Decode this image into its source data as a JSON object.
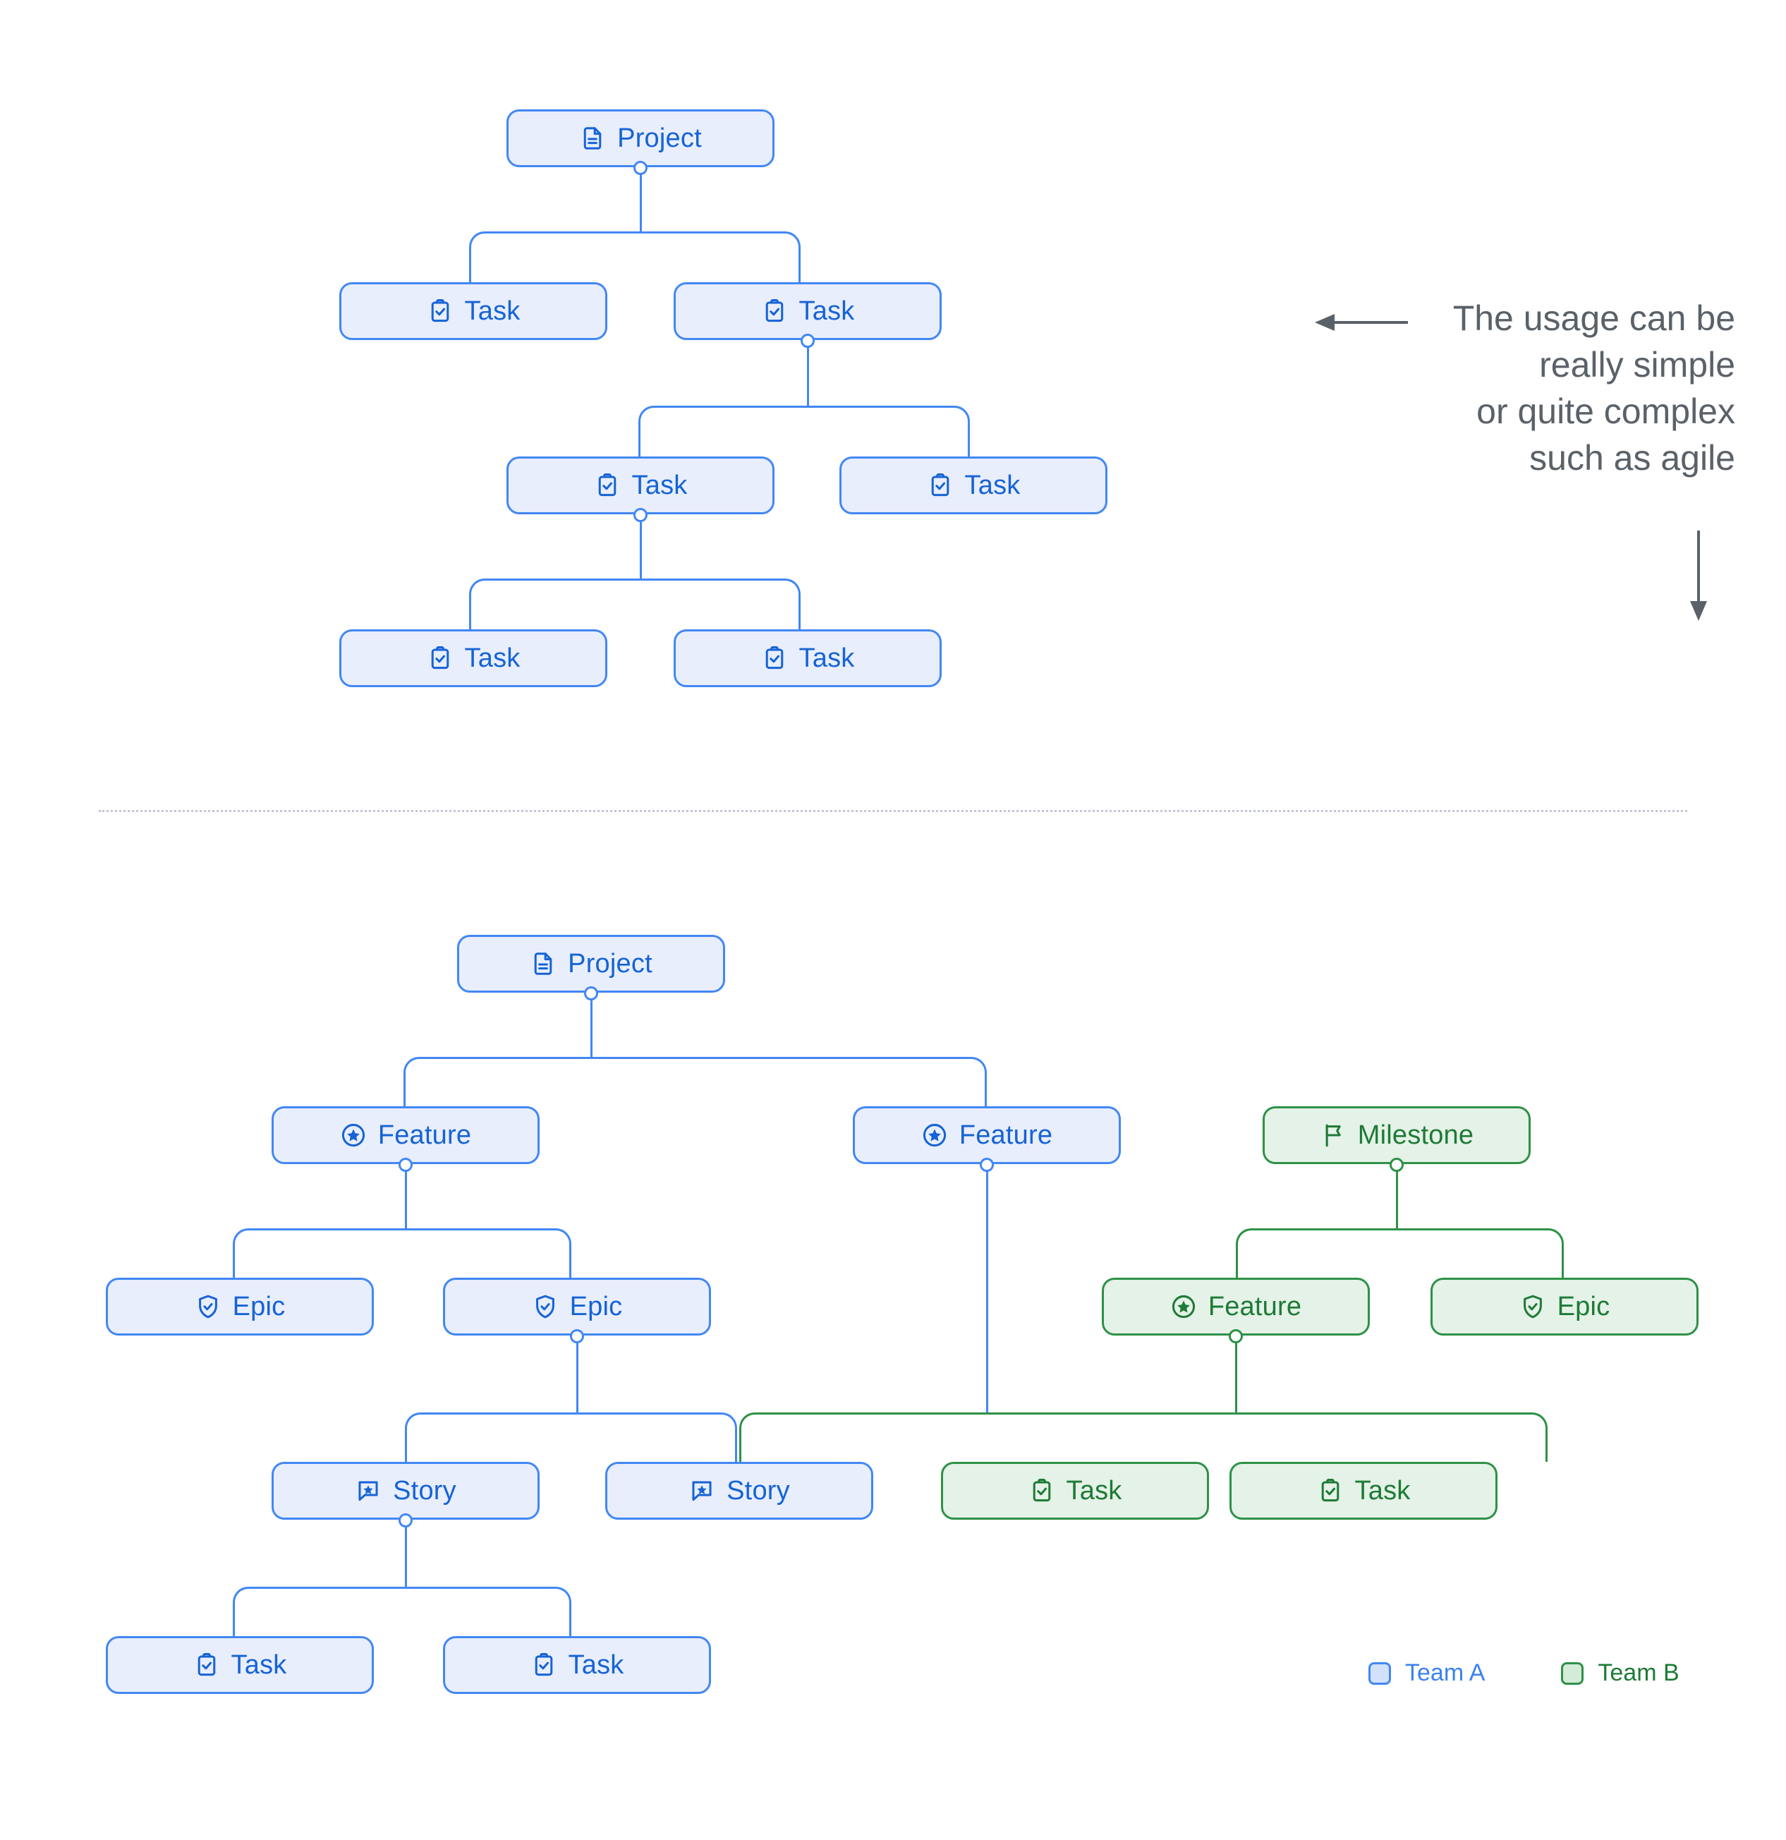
{
  "diagrams": [
    {
      "id": "simple-tree",
      "nodes": [
        {
          "id": "d1-project",
          "label": "Project",
          "icon": "document-icon",
          "team": "blue"
        },
        {
          "id": "d1-task-1",
          "label": "Task",
          "icon": "clipboard-check-icon",
          "team": "blue"
        },
        {
          "id": "d1-task-2",
          "label": "Task",
          "icon": "clipboard-check-icon",
          "team": "blue"
        },
        {
          "id": "d1-task-3",
          "label": "Task",
          "icon": "clipboard-check-icon",
          "team": "blue"
        },
        {
          "id": "d1-task-4",
          "label": "Task",
          "icon": "clipboard-check-icon",
          "team": "blue"
        },
        {
          "id": "d1-task-5",
          "label": "Task",
          "icon": "clipboard-check-icon",
          "team": "blue"
        },
        {
          "id": "d1-task-6",
          "label": "Task",
          "icon": "clipboard-check-icon",
          "team": "blue"
        }
      ]
    },
    {
      "id": "agile-tree",
      "nodes": [
        {
          "id": "d2-project",
          "label": "Project",
          "icon": "document-icon",
          "team": "blue"
        },
        {
          "id": "d2-feature-1",
          "label": "Feature",
          "icon": "star-circle-icon",
          "team": "blue"
        },
        {
          "id": "d2-feature-2",
          "label": "Feature",
          "icon": "star-circle-icon",
          "team": "blue"
        },
        {
          "id": "d2-milestone",
          "label": "Milestone",
          "icon": "flag-icon",
          "team": "green"
        },
        {
          "id": "d2-epic-1",
          "label": "Epic",
          "icon": "shield-check-icon",
          "team": "blue"
        },
        {
          "id": "d2-epic-2",
          "label": "Epic",
          "icon": "shield-check-icon",
          "team": "blue"
        },
        {
          "id": "d2-feature-3",
          "label": "Feature",
          "icon": "star-circle-icon",
          "team": "green"
        },
        {
          "id": "d2-epic-3",
          "label": "Epic",
          "icon": "shield-check-icon",
          "team": "green"
        },
        {
          "id": "d2-story-1",
          "label": "Story",
          "icon": "chat-star-icon",
          "team": "blue"
        },
        {
          "id": "d2-story-2",
          "label": "Story",
          "icon": "chat-star-icon",
          "team": "blue"
        },
        {
          "id": "d2-task-1",
          "label": "Task",
          "icon": "clipboard-check-icon",
          "team": "green"
        },
        {
          "id": "d2-task-2",
          "label": "Task",
          "icon": "clipboard-check-icon",
          "team": "green"
        },
        {
          "id": "d2-task-3",
          "label": "Task",
          "icon": "clipboard-check-icon",
          "team": "blue"
        },
        {
          "id": "d2-task-4",
          "label": "Task",
          "icon": "clipboard-check-icon",
          "team": "blue"
        }
      ]
    }
  ],
  "annotation": {
    "line1": "The usage can be",
    "line2": "really simple",
    "line3": "or quite complex",
    "line4": "such as agile"
  },
  "legend": {
    "team_a": "Team A",
    "team_b": "Team B"
  },
  "colors": {
    "blue_border": "#4287f5",
    "blue_fill": "#e8eefc",
    "blue_text": "#1663d6",
    "green_border": "#2e9147",
    "green_fill": "#e4f2e7",
    "green_text": "#1e7a36",
    "annotation_text": "#5a6169",
    "divider": "#c2c6d6"
  }
}
